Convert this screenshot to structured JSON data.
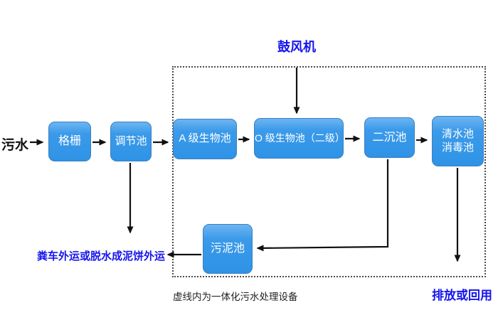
{
  "diagram": {
    "title_hint": "integrated wastewater treatment process flow",
    "colors": {
      "node_fill": "#3598e8",
      "node_fill_highlight": "#6db5f2",
      "node_border": "#3a7fc1",
      "node_text": "#ffffff",
      "arrow": "#111111",
      "accent_blue_text": "#1414ee",
      "black_text": "#111111",
      "dashed_border": "#4a4a4a",
      "background": "#ffffff"
    },
    "labels": {
      "influent": "污水",
      "blower": "鼓风机",
      "sludge_out": "粪车外运或脱水成泥饼外运",
      "dashed_caption": "虚线内为一体化污水处理设备",
      "effluent": "排放或回用"
    },
    "nodes": [
      {
        "id": "grille",
        "label": "格栅"
      },
      {
        "id": "regulating-tank",
        "label": "调节池"
      },
      {
        "id": "a-bio-tank",
        "label": "A 级生物池"
      },
      {
        "id": "o-bio-tank",
        "label": "O 级生物池（二级）"
      },
      {
        "id": "secondary-sedimentation-tank",
        "label": "二沉池"
      },
      {
        "id": "clear-water-disinfection-tank",
        "label": "清水池\n消毒池"
      },
      {
        "id": "sludge-tank",
        "label": "污泥池"
      }
    ],
    "edges": [
      {
        "from": "污水",
        "to": "格栅"
      },
      {
        "from": "格栅",
        "to": "调节池"
      },
      {
        "from": "调节池",
        "to": "A 级生物池"
      },
      {
        "from": "A 级生物池",
        "to": "O 级生物池（二级）"
      },
      {
        "from": "O 级生物池（二级）",
        "to": "二沉池"
      },
      {
        "from": "二沉池",
        "to": "清水池消毒池"
      },
      {
        "from": "鼓风机",
        "to": "O 级生物池（二级）"
      },
      {
        "from": "调节池",
        "to": "粪车外运或脱水成泥饼外运"
      },
      {
        "from": "二沉池",
        "to": "污泥池"
      },
      {
        "from": "污泥池",
        "to": "粪车外运或脱水成泥饼外运"
      },
      {
        "from": "清水池消毒池",
        "to": "排放或回用"
      }
    ]
  }
}
